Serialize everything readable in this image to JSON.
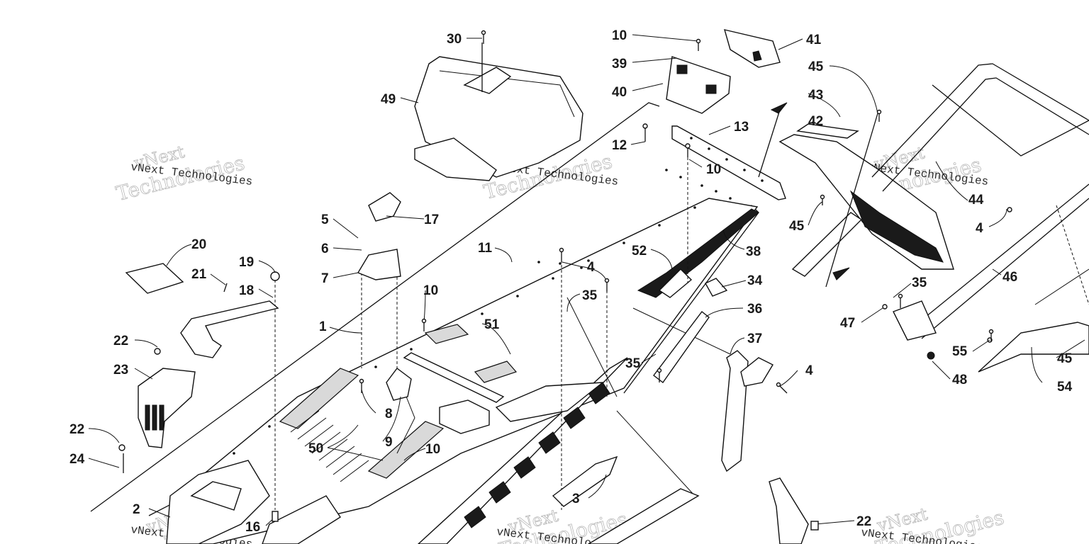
{
  "watermark": {
    "line1": "vNext",
    "line2": "Technologies",
    "caption": "vNext Technologies"
  },
  "callouts": [
    {
      "id": "c30",
      "text": "30"
    },
    {
      "id": "c49",
      "text": "49"
    },
    {
      "id": "c10a",
      "text": "10"
    },
    {
      "id": "c39",
      "text": "39"
    },
    {
      "id": "c40",
      "text": "40"
    },
    {
      "id": "c41",
      "text": "41"
    },
    {
      "id": "c45a",
      "text": "45"
    },
    {
      "id": "c43",
      "text": "43"
    },
    {
      "id": "c42",
      "text": "42"
    },
    {
      "id": "c13",
      "text": "13"
    },
    {
      "id": "c12",
      "text": "12"
    },
    {
      "id": "c10b",
      "text": "10"
    },
    {
      "id": "c44",
      "text": "44"
    },
    {
      "id": "c45b",
      "text": "45"
    },
    {
      "id": "c4a",
      "text": "4"
    },
    {
      "id": "c5",
      "text": "5"
    },
    {
      "id": "c17",
      "text": "17"
    },
    {
      "id": "c6",
      "text": "6"
    },
    {
      "id": "c7",
      "text": "7"
    },
    {
      "id": "c20",
      "text": "20"
    },
    {
      "id": "c19",
      "text": "19"
    },
    {
      "id": "c21",
      "text": "21"
    },
    {
      "id": "c18",
      "text": "18"
    },
    {
      "id": "c11",
      "text": "11"
    },
    {
      "id": "c52",
      "text": "52"
    },
    {
      "id": "c38",
      "text": "38"
    },
    {
      "id": "c4b",
      "text": "4"
    },
    {
      "id": "c34",
      "text": "34"
    },
    {
      "id": "c35a",
      "text": "35"
    },
    {
      "id": "c46",
      "text": "46"
    },
    {
      "id": "c35b",
      "text": "35"
    },
    {
      "id": "c1",
      "text": "1"
    },
    {
      "id": "c10c",
      "text": "10"
    },
    {
      "id": "c51",
      "text": "51"
    },
    {
      "id": "c36",
      "text": "36"
    },
    {
      "id": "c47",
      "text": "47"
    },
    {
      "id": "c22a",
      "text": "22"
    },
    {
      "id": "c23",
      "text": "23"
    },
    {
      "id": "c37",
      "text": "37"
    },
    {
      "id": "c55",
      "text": "55"
    },
    {
      "id": "c35c",
      "text": "35"
    },
    {
      "id": "c45c",
      "text": "45"
    },
    {
      "id": "c48",
      "text": "48"
    },
    {
      "id": "c54",
      "text": "54"
    },
    {
      "id": "c4c",
      "text": "4"
    },
    {
      "id": "c8",
      "text": "8"
    },
    {
      "id": "c22b",
      "text": "22"
    },
    {
      "id": "c24",
      "text": "24"
    },
    {
      "id": "c9",
      "text": "9"
    },
    {
      "id": "c50",
      "text": "50"
    },
    {
      "id": "c10d",
      "text": "10"
    },
    {
      "id": "c3",
      "text": "3"
    },
    {
      "id": "c2",
      "text": "2"
    },
    {
      "id": "c16",
      "text": "16"
    },
    {
      "id": "c22c",
      "text": "22"
    }
  ]
}
